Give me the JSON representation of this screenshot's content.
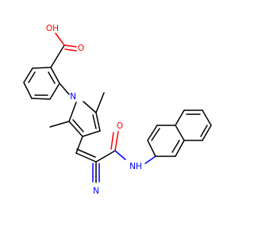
{
  "molecule": {
    "atoms": {
      "hydroxyl": "OH",
      "carbonyl_o_acid": "O",
      "pyrrole_n": "N",
      "amide_o": "O",
      "amide_nh": "NH",
      "nitrile_n": "N"
    },
    "colors": {
      "bond": "#000000",
      "oxygen": "#ff0000",
      "nitrogen": "#0000ff"
    }
  }
}
